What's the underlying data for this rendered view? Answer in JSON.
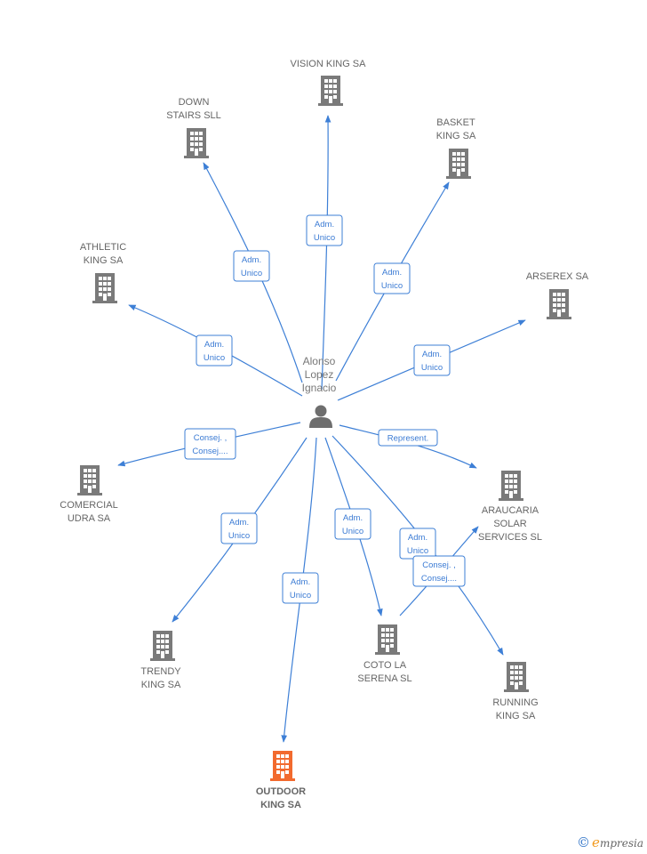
{
  "person": {
    "name_lines": [
      "Alonso",
      "Lopez",
      "Ignacio"
    ],
    "icon": "person-icon"
  },
  "colors": {
    "edge": "#3d7fd6",
    "building": "#7a7a7a",
    "building_highlight": "#f26a2e",
    "role_border": "#3d7fd6",
    "role_text": "#3b7bd4"
  },
  "companies": [
    {
      "id": "vision",
      "label_lines": [
        "VISION KING SA"
      ],
      "highlight": false
    },
    {
      "id": "down",
      "label_lines": [
        "DOWN",
        "STAIRS SLL"
      ],
      "highlight": false
    },
    {
      "id": "basket",
      "label_lines": [
        "BASKET",
        "KING SA"
      ],
      "highlight": false
    },
    {
      "id": "athletic",
      "label_lines": [
        "ATHLETIC",
        "KING SA"
      ],
      "highlight": false
    },
    {
      "id": "arserex",
      "label_lines": [
        "ARSEREX SA"
      ],
      "highlight": false
    },
    {
      "id": "comercial",
      "label_lines": [
        "COMERCIAL",
        "UDRA SA"
      ],
      "highlight": false
    },
    {
      "id": "araucaria",
      "label_lines": [
        "ARAUCARIA",
        "SOLAR",
        "SERVICES SL"
      ],
      "highlight": false
    },
    {
      "id": "trendy",
      "label_lines": [
        "TRENDY",
        "KING SA"
      ],
      "highlight": false
    },
    {
      "id": "coto",
      "label_lines": [
        "COTO LA",
        "SERENA SL"
      ],
      "highlight": false
    },
    {
      "id": "running",
      "label_lines": [
        "RUNNING",
        "KING SA"
      ],
      "highlight": false
    },
    {
      "id": "outdoor",
      "label_lines": [
        "OUTDOOR",
        "KING SA"
      ],
      "highlight": true
    }
  ],
  "edges": [
    {
      "target": "vision",
      "role_lines": [
        "Adm.",
        "Unico"
      ]
    },
    {
      "target": "down",
      "role_lines": [
        "Adm.",
        "Unico"
      ]
    },
    {
      "target": "basket",
      "role_lines": [
        "Adm.",
        "Unico"
      ]
    },
    {
      "target": "athletic",
      "role_lines": [
        "Adm.",
        "Unico"
      ]
    },
    {
      "target": "arserex",
      "role_lines": [
        "Adm.",
        "Unico"
      ]
    },
    {
      "target": "comercial",
      "role_lines": [
        "Consej. ,",
        "Consej...."
      ]
    },
    {
      "target": "araucaria",
      "role_lines": [
        "Represent."
      ]
    },
    {
      "target": "trendy",
      "role_lines": [
        "Adm.",
        "Unico"
      ]
    },
    {
      "target": "outdoor",
      "role_lines": [
        "Adm.",
        "Unico"
      ]
    },
    {
      "target": "coto",
      "role_lines": [
        "Adm.",
        "Unico"
      ]
    },
    {
      "target": "running",
      "role_lines": [
        "Adm.",
        "Unico"
      ]
    },
    {
      "target": "araucaria_from_coto",
      "role_lines": [
        "Consej. ,",
        "Consej...."
      ]
    }
  ],
  "footer": {
    "copyright_symbol": "©",
    "brand_initial": "e",
    "brand_rest": "mpresia"
  }
}
